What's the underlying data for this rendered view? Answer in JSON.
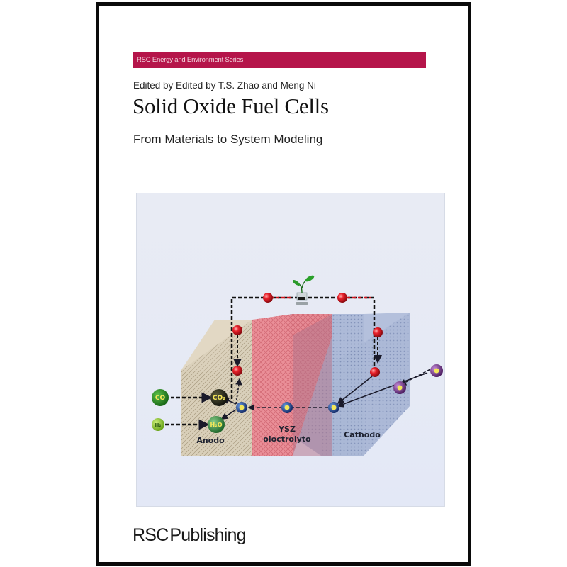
{
  "cover": {
    "series": "RSC Energy and Environment Series",
    "editors": "Edited by Edited by T.S. Zhao and Meng Ni",
    "title": "Solid Oxide Fuel Cells",
    "subtitle": "From Materials to System Modeling",
    "publisher": {
      "brand": "RSC",
      "name": "Publishing"
    },
    "colors": {
      "frame": "#0a0a0a",
      "series_bar": "#b5154a",
      "anode": "#d8cdb6",
      "electrolyte": "#e8868e",
      "cathode": "#a8b6d6",
      "electron": "#e0161e",
      "oxide_ion": "#1e4a9a",
      "oxygen": "#7a3f8c"
    }
  },
  "diagram": {
    "blocks": {
      "anode": "Anodo",
      "electrolyte_line1": "YSZ",
      "electrolyte_line2": "oloctrolyto",
      "cathode": "Cathodo"
    },
    "molecules": {
      "co": "CO",
      "co2": "CO₂",
      "h2": "H₂",
      "h2o": "H₂O"
    },
    "icons": {
      "load": "plant-sprout-icon",
      "electron": "electron-sphere-icon",
      "oxide_ion": "oxide-ion-icon"
    }
  }
}
